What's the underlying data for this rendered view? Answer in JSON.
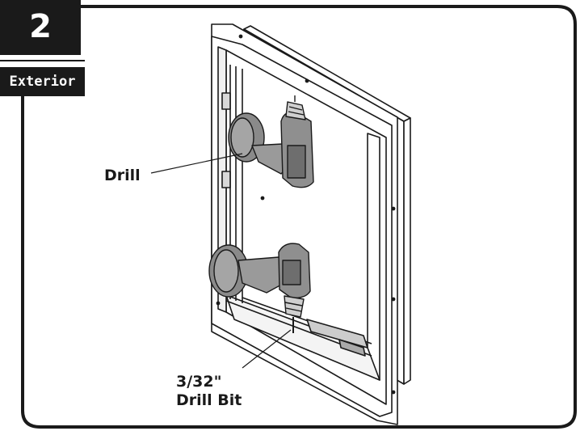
{
  "step": {
    "number": "2",
    "label": "Exterior"
  },
  "callouts": {
    "drill": "Drill",
    "drill_bit_size": "3/32\"",
    "drill_bit": "Drill Bit"
  },
  "colors": {
    "badge": "#1a1a1a",
    "drill_body": "#8a8a8a",
    "outline": "#1a1a1a"
  }
}
